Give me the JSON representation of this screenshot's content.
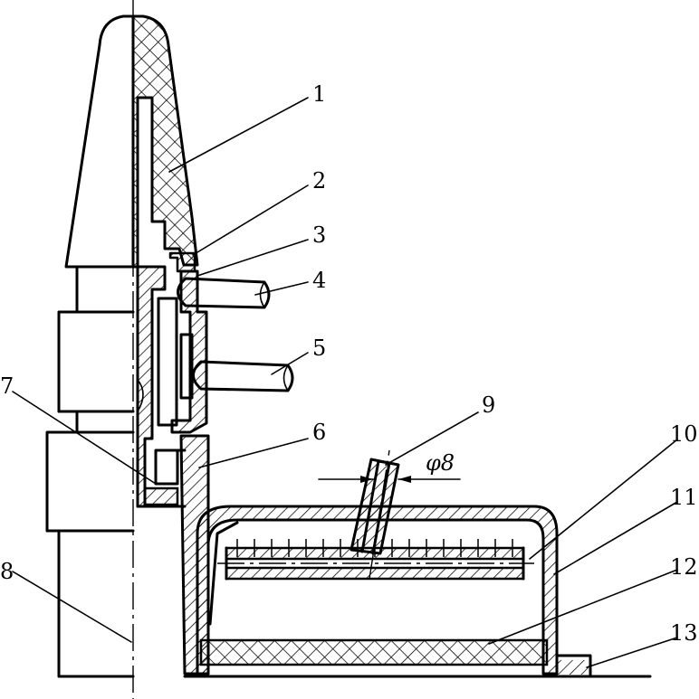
{
  "figure": {
    "callouts": [
      {
        "id": "1",
        "text": "1"
      },
      {
        "id": "2",
        "text": "2"
      },
      {
        "id": "3",
        "text": "3"
      },
      {
        "id": "4",
        "text": "4"
      },
      {
        "id": "5",
        "text": "5"
      },
      {
        "id": "6",
        "text": "6"
      },
      {
        "id": "7",
        "text": "7"
      },
      {
        "id": "8",
        "text": "8"
      },
      {
        "id": "9",
        "text": "9"
      },
      {
        "id": "10",
        "text": "10"
      },
      {
        "id": "11",
        "text": "11"
      },
      {
        "id": "12",
        "text": "12"
      },
      {
        "id": "13",
        "text": "13"
      }
    ],
    "dimension_label": "φ8"
  }
}
